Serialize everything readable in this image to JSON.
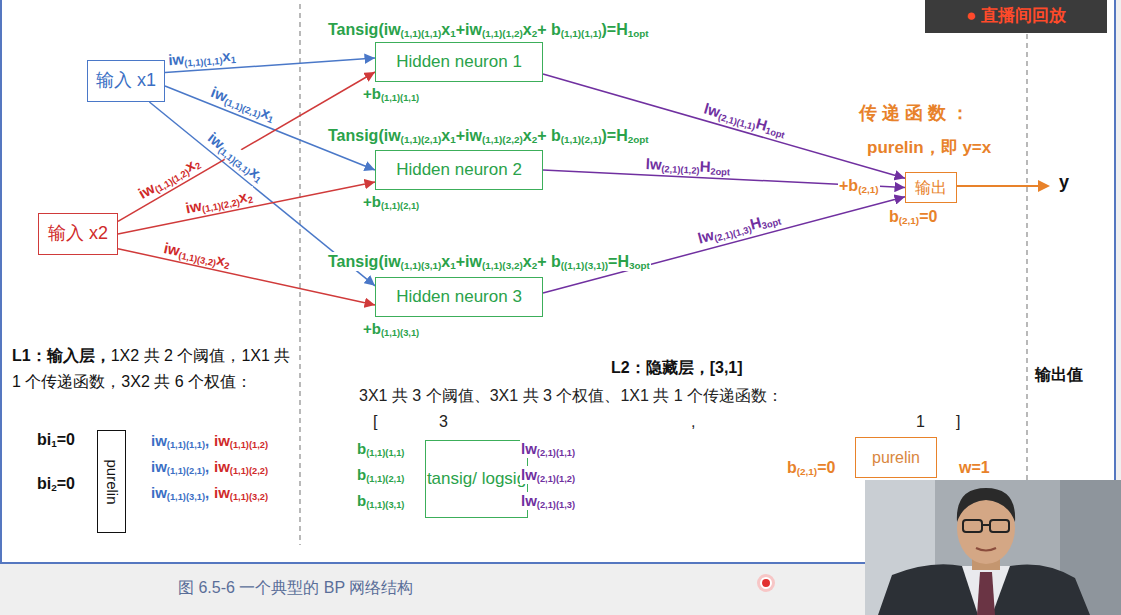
{
  "diagram": {
    "caption": "图 6.5-6 一个典型的 BP 网络结构",
    "nodes": [
      {
        "text": [
          "输入 x1"
        ]
      },
      {
        "text": [
          "输入 x2"
        ]
      },
      {
        "text": [
          "Hidden neuron 1"
        ]
      },
      {
        "text": [
          "Hidden neuron 2"
        ]
      },
      {
        "text": [
          "Hidden neuron 3"
        ]
      },
      {
        "text": [
          "输出"
        ]
      },
      {
        "text": [
          "purelin"
        ]
      },
      {
        "text": [
          "tansig/ logsig"
        ]
      },
      {
        "text": [
          "purelin"
        ]
      },
      {
        "text": [
          "● 直播间回放"
        ]
      }
    ],
    "edges": [
      {
        "from": 0,
        "to": 2,
        "arrow": "to",
        "label": "iw(1,1)(1,1)x1"
      },
      {
        "from": 0,
        "to": 3,
        "arrow": "to",
        "label": "iw(1,1)(2,1)x1"
      },
      {
        "from": 0,
        "to": 4,
        "arrow": "to",
        "label": "iw(1,1)(3,1)x1"
      },
      {
        "from": 1,
        "to": 2,
        "arrow": "to",
        "label": "iw(1,1)(1,2)x2"
      },
      {
        "from": 1,
        "to": 3,
        "arrow": "to",
        "label": "iw(1,1)(2,2)x2"
      },
      {
        "from": 1,
        "to": 4,
        "arrow": "to",
        "label": "iw(1,1)(3,2)x2"
      },
      {
        "from": 2,
        "to": 5,
        "arrow": "to",
        "label": "lw(2,1)(1,1)H1opt"
      },
      {
        "from": 3,
        "to": 5,
        "arrow": "to",
        "label": "lw(2,1)(1,2)H2opt"
      },
      {
        "from": 4,
        "to": 5,
        "arrow": "to",
        "label": "lw(2,1)(1,3)H3opt"
      }
    ],
    "labels": [
      "Tansig(iw(1,1)(1,1)x1+iw(1,1)(1,2)x2+ b(1,1)(1,1))=H1opt",
      "+b(1,1)(1,1)",
      "Tansig(iw(1,1)(2,1)x1+iw(1,1)(2,2)x2+ b(1,1)(2,1))=H2opt",
      "+b(1,1)(2,1)",
      "Tansig(iw(1,1)(3,1)x1+iw(1,1)(3,2)x2+ b((1,1)(3,1))=H3opt",
      "+b(1,1)(3,1)",
      "传递函数：",
      "purelin，即 y=x",
      "+b(2,1)",
      "b(2,1)=0",
      "y",
      "L1：输入层，",
      "1X2 共 2 个阈值，1X1 共 1 个传递函数，3X2 共 6 个权值：",
      "bi1=0",
      "bi2=0",
      "iw(1,1)(1,1),",
      "iw(1,1)(1,2)",
      "iw(1,1)(2,1),",
      "iw(1,1)(2,2)",
      "iw(1,1)(3,1),",
      "iw(1,1)(3,2)",
      "L2：隐藏层，[3,1]",
      "3X1 共 3 个阈值、3X1 共 3 个权值、1X1 共 1 个传递函数：",
      "[",
      "3",
      ",",
      "1",
      "]",
      "b(1,1)(1,1)",
      "b(1,1)(2,1)",
      "b(1,1)(3,1)",
      "lw(2,1)(1,1)",
      "lw(2,1)(1,2)",
      "lw(2,1)(1,3)",
      "b(2,1)=0",
      "w=1",
      "输出值"
    ]
  }
}
